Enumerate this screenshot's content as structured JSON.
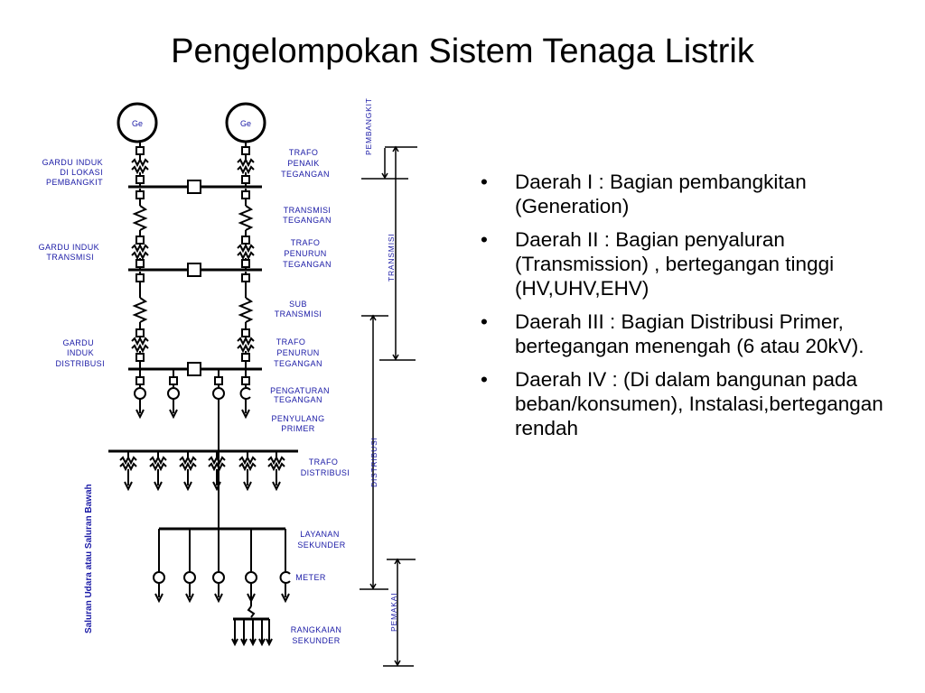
{
  "slide": {
    "title": "Pengelompokan Sistem Tenaga Listrik"
  },
  "bullets": [
    "Daerah I : Bagian pembangkitan (Generation)",
    "Daerah II : Bagian penyaluran (Transmission) , bertegangan tinggi (HV,UHV,EHV)",
    "Daerah III : Bagian Distribusi Primer, bertegangan menengah (6 atau 20kV).",
    "Daerah IV : (Di dalam bangunan pada beban/konsumen), Instalasi,bertegangan rendah"
  ],
  "diagram": {
    "generator_1": "Ge",
    "generator_2": "Ge",
    "left_labels": {
      "gi_pembangkit": [
        "GARDU INDUK",
        "DI LOKASI",
        "PEMBANGKIT"
      ],
      "gi_transmisi": [
        "GARDU INDUK",
        "TRANSMISI"
      ],
      "gi_distribusi": [
        "GARDU",
        "INDUK",
        "DISTRIBUSI"
      ]
    },
    "right_labels": {
      "trafo_penaik": [
        "TRAFO",
        "PENAIK",
        "TEGANGAN"
      ],
      "transmisi": [
        "TRANSMISI",
        "TEGANGAN"
      ],
      "trafo_penurun_1": [
        "TRAFO",
        "PENURUN",
        "TEGANGAN"
      ],
      "sub_transmisi": [
        "SUB",
        "TRANSMISI"
      ],
      "trafo_penurun_2": [
        "TRAFO",
        "PENURUN",
        "TEGANGAN"
      ],
      "pengaturan": [
        "PENGATURAN",
        "TEGANGAN"
      ],
      "penyulang": [
        "PENYULANG",
        "PRIMER"
      ],
      "trafo_distribusi": [
        "TRAFO",
        "DISTRIBUSI"
      ],
      "layanan": [
        "LAYANAN",
        "SEKUNDER"
      ],
      "meter": [
        "METER"
      ],
      "rangkaian": [
        "RANGKAIAN",
        "SEKUNDER"
      ]
    },
    "vertical_side_label": "Saluran Udara atau Saluran Bawah",
    "zones": [
      "PEMBANGKIT",
      "TRANSMISI",
      "DISTRIBUSI",
      "PEMAKAI"
    ]
  },
  "colors": {
    "diagram_text": "#1a1aa6",
    "lines": "#000000"
  }
}
